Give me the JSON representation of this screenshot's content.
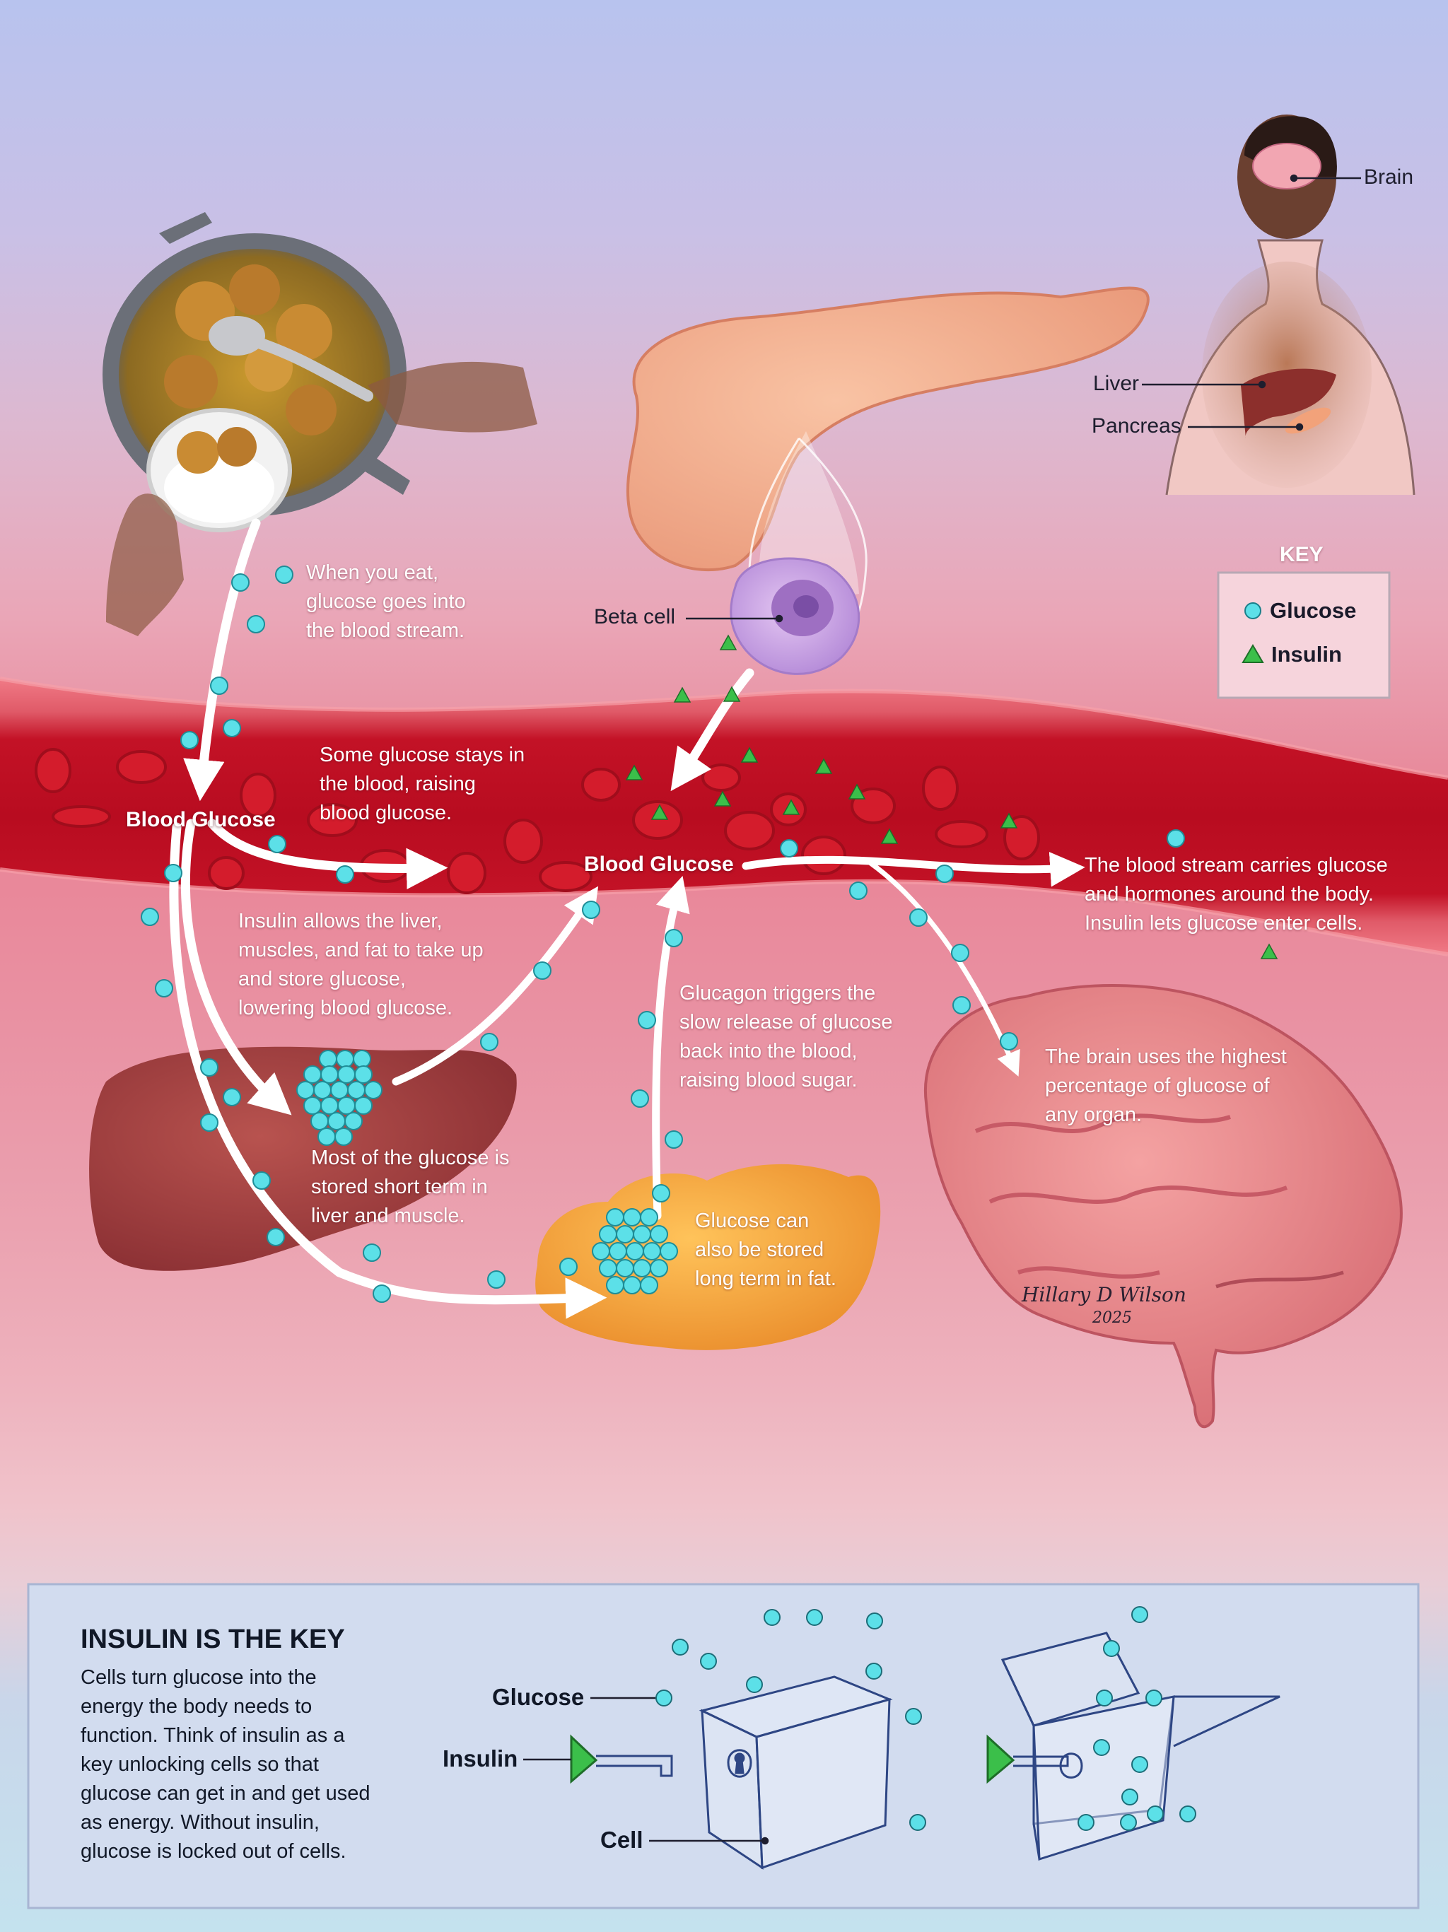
{
  "colors": {
    "glucose": "#5ce0e8",
    "insulin": "#3bbf4a",
    "blood": "#c8162a",
    "arrow": "#ffffff",
    "panel": "#d2dcef",
    "liver": "#a63f3f",
    "fat": "#f2a43c",
    "brain": "#e8868a",
    "pancreas": "#f0a887"
  },
  "key": {
    "title": "KEY",
    "glucose": "Glucose",
    "insulin": "Insulin"
  },
  "body_labels": {
    "brain": "Brain",
    "liver": "Liver",
    "pancreas": "Pancreas"
  },
  "labels": {
    "beta_cell": "Beta cell",
    "blood_glucose_left": "Blood Glucose",
    "blood_glucose_center": "Blood Glucose"
  },
  "captions": {
    "eat": "When you eat,\nglucose goes into\nthe blood stream.",
    "stays": "Some glucose stays in\nthe blood, raising\nblood glucose.",
    "insulin_allows": "Insulin allows the liver,\nmuscles, and fat to take up\nand store glucose,\nlowering blood glucose.",
    "short_term": "Most of the glucose is\nstored short term in\nliver and muscle.",
    "glucagon": "Glucagon triggers the\nslow release of glucose\nback into the blood,\nraising blood sugar.",
    "long_term": "Glucose can\nalso be stored\nlong term in fat.",
    "carries": "The blood stream carries glucose\nand hormones around the body.\nInsulin lets glucose enter cells.",
    "brain_uses": "The brain uses the highest\npercentage of glucose of\nany organ."
  },
  "signature": {
    "name": "Hillary D Wilson",
    "year": "2025"
  },
  "panel": {
    "title": "INSULIN IS THE KEY",
    "body": "Cells turn glucose into the\nenergy the body needs to\nfunction. Think of insulin as a\nkey unlocking cells so that\nglucose can get in and get used\nas energy. Without insulin,\nglucose is locked out of cells.",
    "glucose_label": "Glucose",
    "insulin_label": "Insulin",
    "cell_label": "Cell"
  }
}
